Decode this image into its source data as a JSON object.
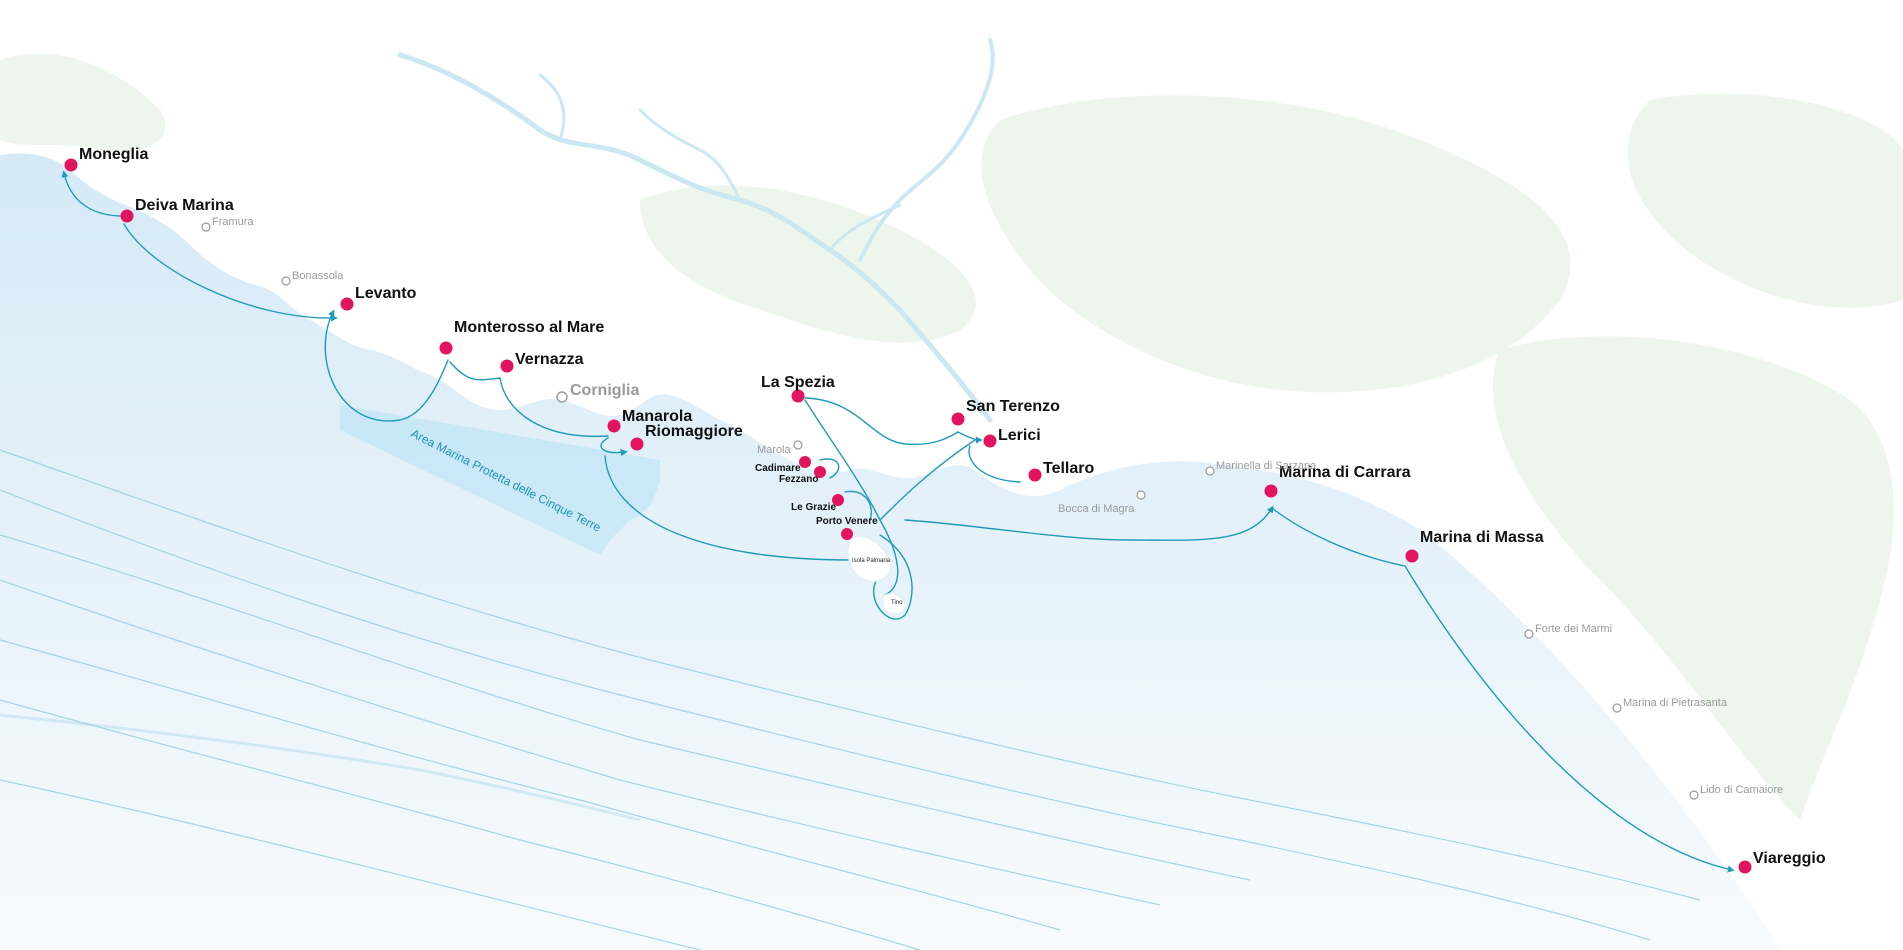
{
  "map": {
    "colors": {
      "sea_light": "#f2f8fc",
      "sea": "#d9ecf8",
      "sea_deep": "#bfe0f4",
      "land": "#ffffff",
      "land_tint": "#eaf5ea",
      "river": "#cbe8f2",
      "contour": "#8cc9de",
      "route": "#1f9bb8",
      "port_marker": "#e3145f",
      "protected_area": "#b7e2f5",
      "protected_area_text": "#1e94b5",
      "minor_label": "#9a9a9a"
    },
    "protected_area_label": "Area Marina Protetta delle Cinque Terre",
    "ports": [
      {
        "id": "moneglia",
        "name": "Moneglia"
      },
      {
        "id": "deiva-marina",
        "name": "Deiva Marina"
      },
      {
        "id": "levanto",
        "name": "Levanto"
      },
      {
        "id": "monterosso",
        "name": "Monterosso al Mare"
      },
      {
        "id": "vernazza",
        "name": "Vernazza"
      },
      {
        "id": "manarola",
        "name": "Manarola"
      },
      {
        "id": "riomaggiore",
        "name": "Riomaggiore"
      },
      {
        "id": "la-spezia",
        "name": "La Spezia"
      },
      {
        "id": "cadimare",
        "name": "Cadimare"
      },
      {
        "id": "fezzano",
        "name": "Fezzano"
      },
      {
        "id": "le-grazie",
        "name": "Le Grazie"
      },
      {
        "id": "porto-venere",
        "name": "Porto Venere"
      },
      {
        "id": "san-terenzo",
        "name": "San Terenzo"
      },
      {
        "id": "lerici",
        "name": "Lerici"
      },
      {
        "id": "tellaro",
        "name": "Tellaro"
      },
      {
        "id": "marina-di-carrara",
        "name": "Marina di Carrara"
      },
      {
        "id": "marina-di-massa",
        "name": "Marina di Massa"
      },
      {
        "id": "viareggio",
        "name": "Viareggio"
      }
    ],
    "places": [
      {
        "id": "framura",
        "name": "Framura"
      },
      {
        "id": "bonassola",
        "name": "Bonassola"
      },
      {
        "id": "corniglia",
        "name": "Corniglia"
      },
      {
        "id": "marola",
        "name": "Marola"
      },
      {
        "id": "bocca-di-magra",
        "name": "Bocca di Magra"
      },
      {
        "id": "marinella-di-sarzana",
        "name": "Marinella di Sarzana"
      },
      {
        "id": "forte-dei-marmi",
        "name": "Forte dei Marmi"
      },
      {
        "id": "marina-di-pietrasanta",
        "name": "Marina di Pietrasanta"
      },
      {
        "id": "lido-di-camaiore",
        "name": "Lido di Camaiore"
      }
    ],
    "islands": [
      {
        "id": "isola-palmaria",
        "name": "Isola Palmaria"
      },
      {
        "id": "tino",
        "name": "Tino"
      }
    ]
  }
}
